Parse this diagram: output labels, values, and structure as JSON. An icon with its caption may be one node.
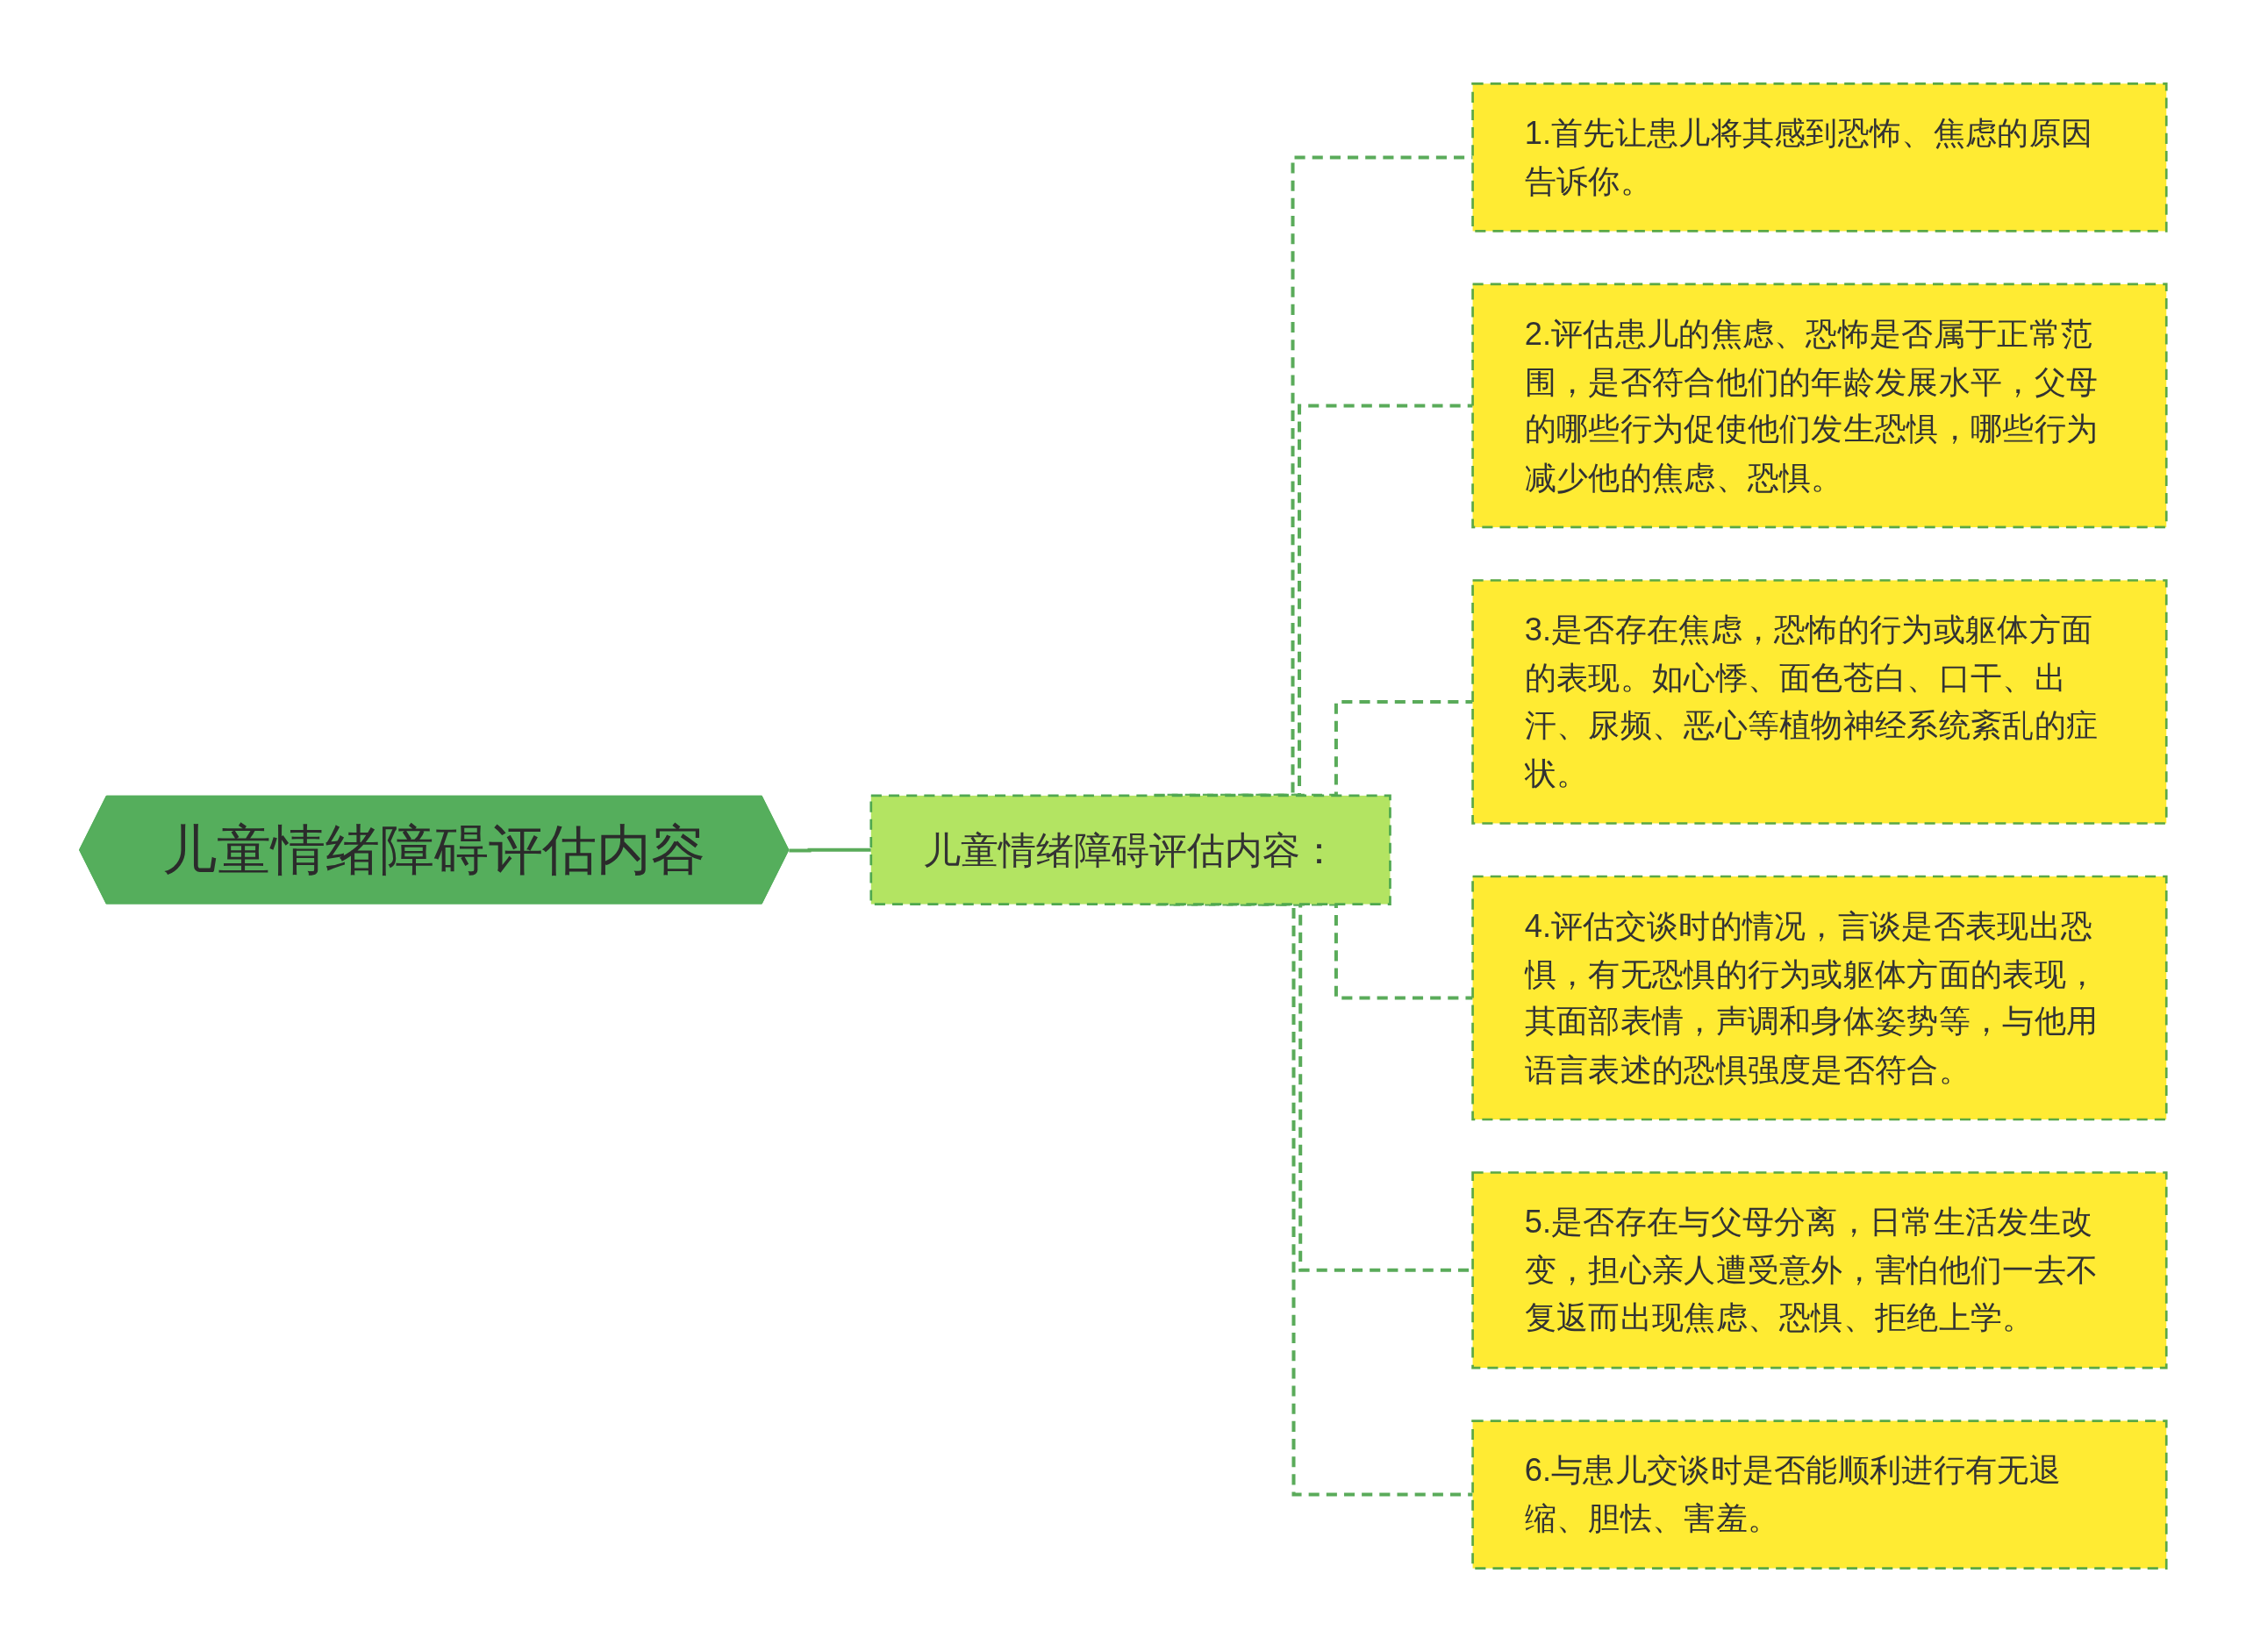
{
  "diagram": {
    "nodes": [
      {
        "text": [
          "儿童情绪障碍评估内容"
        ]
      },
      {
        "text": [
          "儿童情绪障碍评估内容："
        ]
      },
      {
        "text": [
          "1.首先让患儿将其感到恐怖、焦虑的原因告诉你。"
        ]
      },
      {
        "text": [
          "2.评估患儿的焦虑、恐怖是否属于正常范围，是否符合他们的年龄发展水平，父母的哪些行为促使他们发生恐惧，哪些行为减少他的焦虑、恐惧。"
        ]
      },
      {
        "text": [
          "3.是否存在焦虑，恐怖的行为或躯体方面的表现。如心悸、面色苍白、口干、出汗、尿频、恶心等植物神经系统紊乱的症状。"
        ]
      },
      {
        "text": [
          "4.评估交谈时的情况，言谈是否表现出恐惧，有无恐惧的行为或躯体方面的表现，其面部表情，声调和身体姿势等，与他用语言表述的恐惧强度是否符合。"
        ]
      },
      {
        "text": [
          "5.是否存在与父母分离，日常生活发生改变，担心亲人遭受意外，害怕他们一去不复返而出现焦虑、恐惧、拒绝上学。"
        ]
      },
      {
        "text": [
          "6.与患儿交谈时是否能顺利进行有无退缩、胆怯、害羞。"
        ]
      }
    ],
    "edges": [
      {
        "from": 0,
        "to": 1,
        "arrow": "none"
      },
      {
        "from": 1,
        "to": 2,
        "arrow": "none",
        "style": "dashed"
      },
      {
        "from": 1,
        "to": 3,
        "arrow": "none",
        "style": "dashed"
      },
      {
        "from": 1,
        "to": 4,
        "arrow": "none",
        "style": "dashed"
      },
      {
        "from": 1,
        "to": 5,
        "arrow": "none",
        "style": "dashed"
      },
      {
        "from": 1,
        "to": 6,
        "arrow": "none",
        "style": "dashed"
      },
      {
        "from": 1,
        "to": 7,
        "arrow": "none",
        "style": "dashed"
      }
    ]
  }
}
